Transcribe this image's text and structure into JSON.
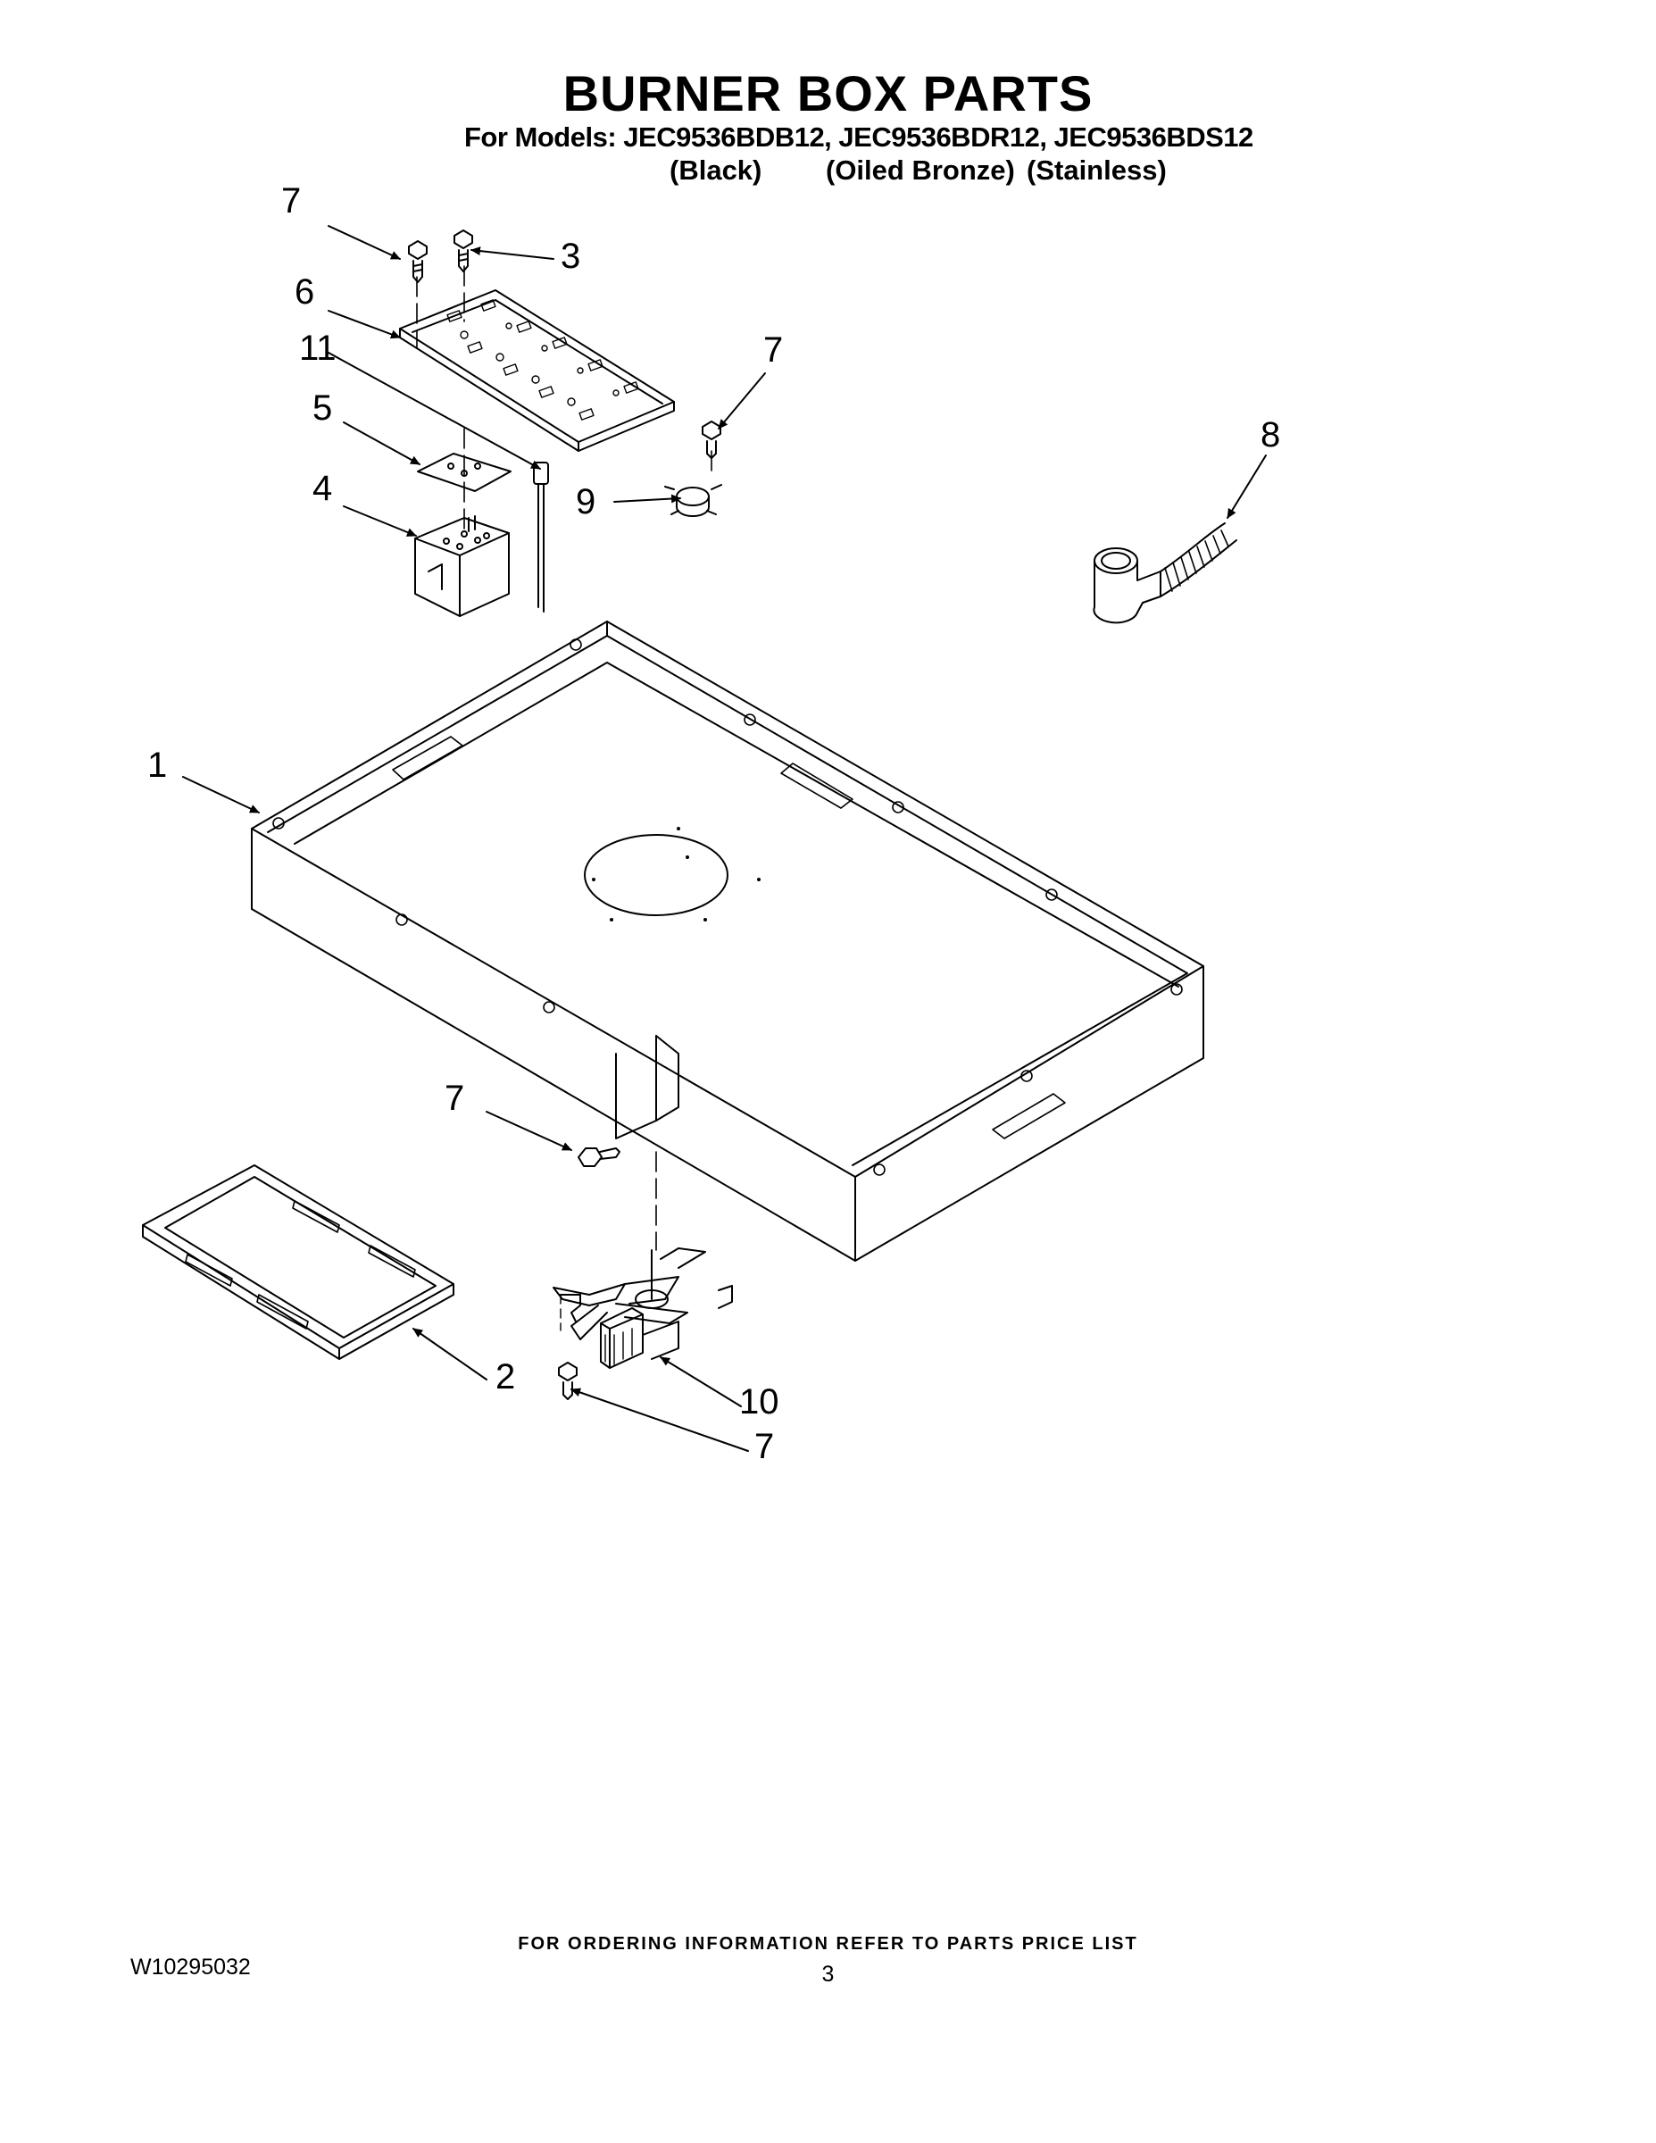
{
  "header": {
    "title": "BURNER BOX PARTS",
    "models_line": "For Models: JEC9536BDB12, JEC9536BDR12, JEC9536BDS12",
    "variants": [
      "(Black)",
      "(Oiled Bronze)",
      "(Stainless)"
    ]
  },
  "callouts": [
    "7",
    "3",
    "6",
    "11",
    "5",
    "4",
    "7",
    "9",
    "8",
    "1",
    "7",
    "2",
    "10",
    "7"
  ],
  "footer": {
    "ordering_note": "FOR ORDERING INFORMATION REFER TO PARTS PRICE LIST",
    "doc_number": "W10295032",
    "page_number": "3"
  }
}
